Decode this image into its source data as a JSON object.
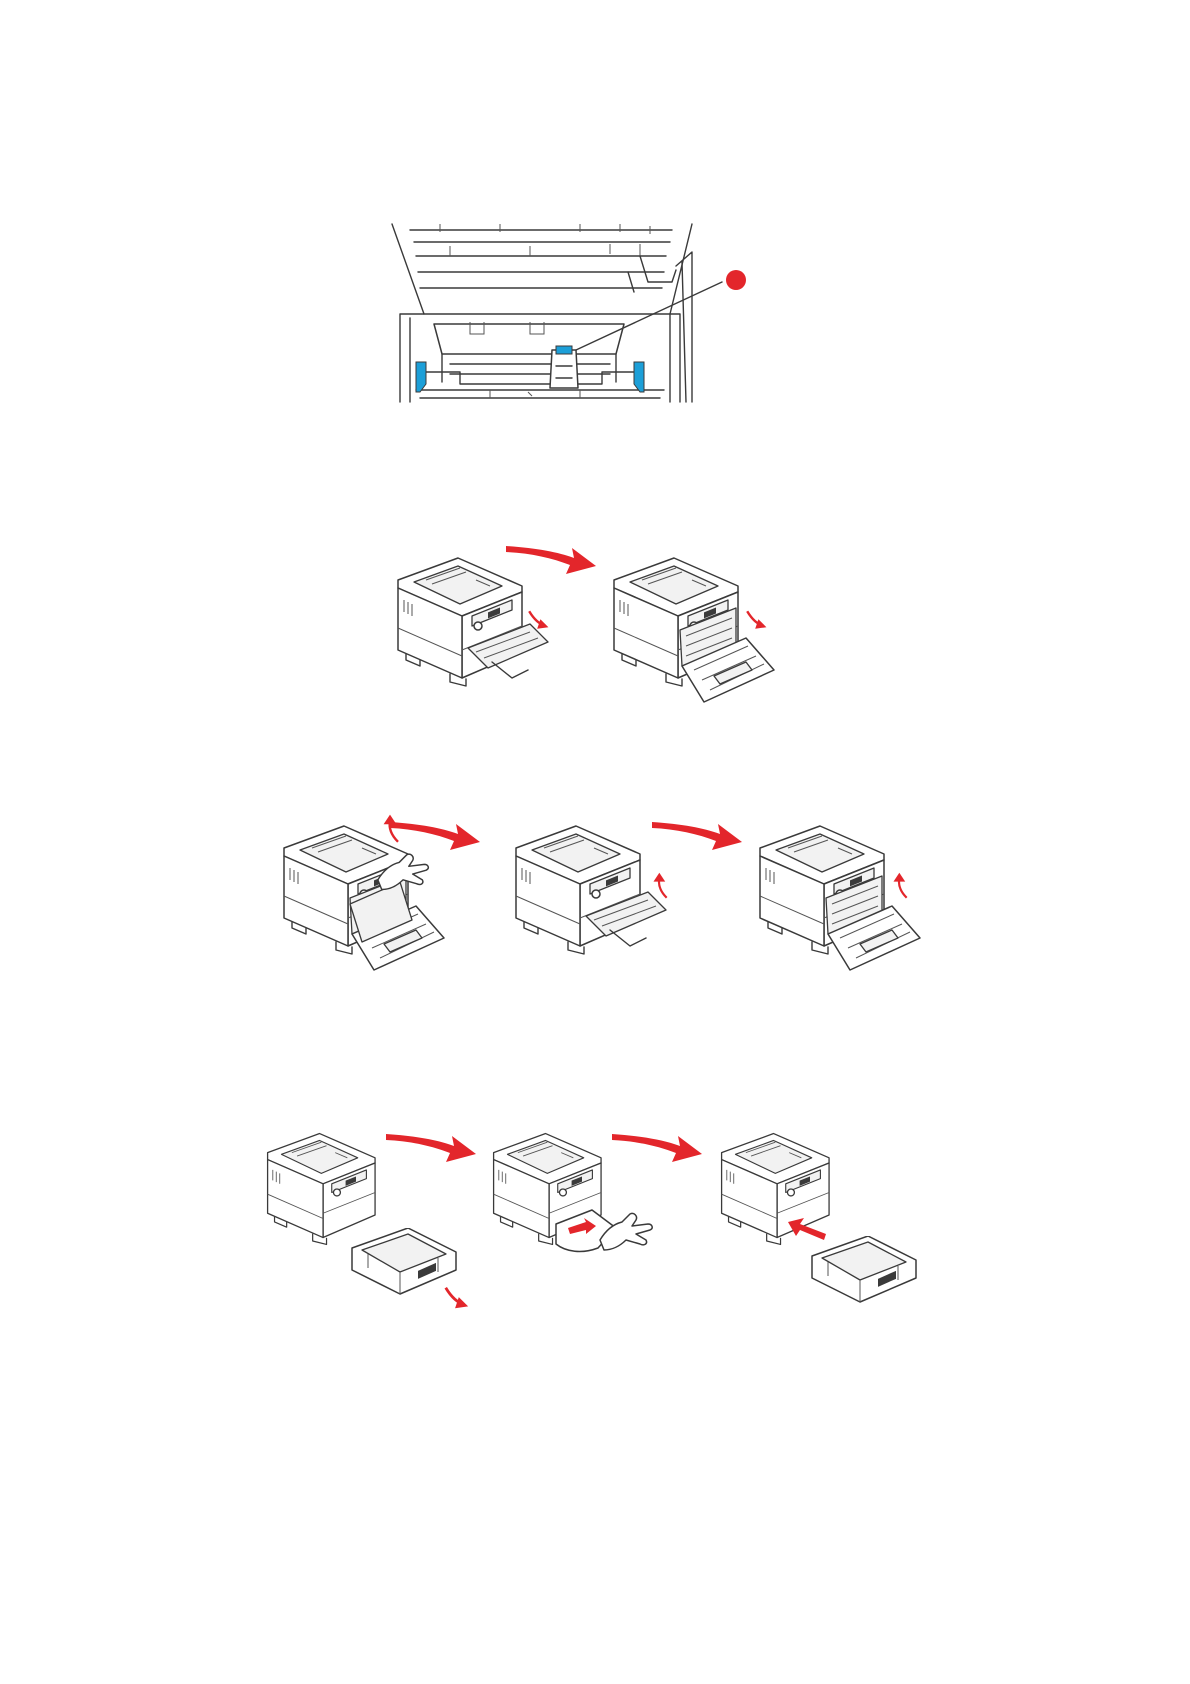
{
  "colors": {
    "callout_red": "#e3262b",
    "arrow_red": "#e3262b",
    "latch_blue": "#1c9fd8",
    "line_gray": "#3a3a3a"
  },
  "figures": [
    {
      "id": "printer-interior-latches",
      "icons": [
        "printer-interior-icon",
        "callout-marker-icon"
      ]
    },
    {
      "id": "open-front-cover-sequence",
      "icons": [
        "printer-icon",
        "printer-front-open-icon"
      ]
    },
    {
      "id": "remove-paper-close-cover-sequence",
      "icons": [
        "printer-paper-removal-icon",
        "printer-icon",
        "printer-front-open-icon"
      ]
    },
    {
      "id": "paper-tray-jam-sequence",
      "icons": [
        "printer-tray-out-icon",
        "printer-tray-jam-icon",
        "printer-tray-insert-icon"
      ]
    }
  ]
}
